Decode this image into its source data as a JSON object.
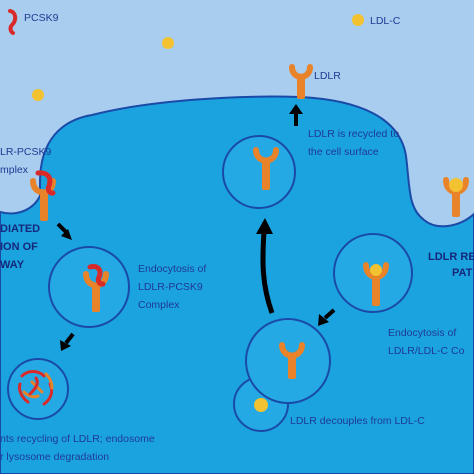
{
  "legend": {
    "pcsk9": "PCSK9",
    "ldlc": "LDL-C"
  },
  "labels": {
    "ldlr_top": "LDLR",
    "recycled_line1": "LDLR is recycled to",
    "recycled_line2": "the cell surface",
    "complex_line1": "LR-PCSK9",
    "complex_line2": "mplex",
    "mediated_line1": "DIATED",
    "mediated_line2": "ION OF",
    "mediated_line3": "WAY",
    "endo_pcsk9_line1": "Endocytosis of",
    "endo_pcsk9_line2": "LDLR-PCSK9",
    "endo_pcsk9_line3": "Complex",
    "receptor_line1": "LDLR REC",
    "receptor_line2": "PAT",
    "endo_ldlc_line1": "Endocytosis of",
    "endo_ldlc_line2": "LDLR/LDL-C Co",
    "decouples": "LDLR decouples from LDL-C",
    "lysosome_line1": "nts recycling of LDLR; endosome",
    "lysosome_line2": "r lysosome degradation"
  },
  "colors": {
    "extracellular": "#a9cdee",
    "cell": "#1ba3e0",
    "vesicle": "#24a9e4",
    "receptor": "#e8832a",
    "ldlc": "#f2c230",
    "pcsk9": "#d92a2a",
    "text": "#1f3a93"
  }
}
